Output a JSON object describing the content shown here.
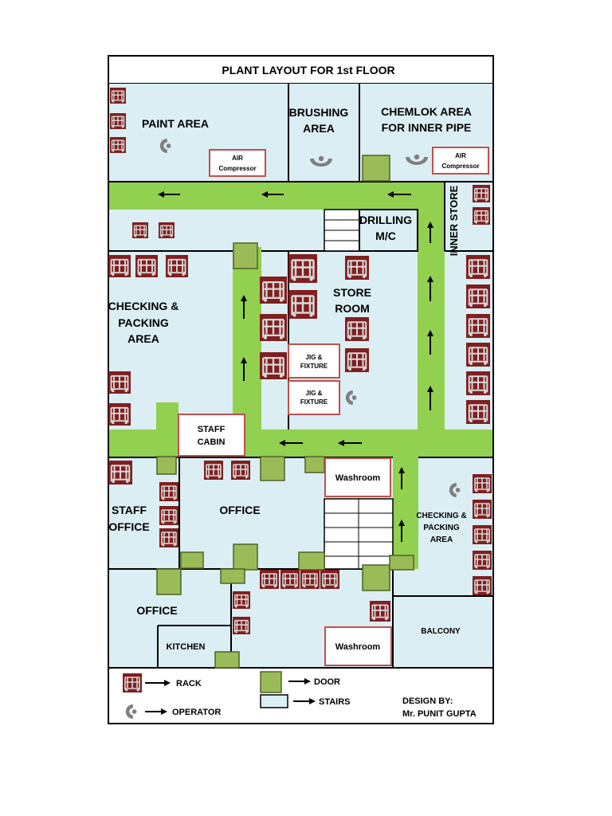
{
  "title": "PLANT LAYOUT FOR 1st FLOOR",
  "rooms": {
    "paint": "PAINT AREA",
    "brushing": [
      "BRUSHING",
      "AREA"
    ],
    "chemlok": [
      "CHEMLOK AREA",
      "FOR INNER PIPE"
    ],
    "inner_store": "INNER STORE",
    "drilling": [
      "DRILLING",
      "M/C"
    ],
    "checking_left": [
      "CHECKING &",
      "PACKING",
      "AREA"
    ],
    "store": [
      "STORE",
      "ROOM"
    ],
    "staff_cabin": [
      "STAFF",
      "CABIN"
    ],
    "staff_office": [
      "STAFF",
      "OFFICE"
    ],
    "office_main": "OFFICE",
    "washroom_upper": "Washroom",
    "checking_right": [
      "CHECKING &",
      "PACKING",
      "AREA"
    ],
    "office_lower": "OFFICE",
    "kitchen": "KITCHEN",
    "washroom_lower": "Washroom",
    "balcony": "BALCONY"
  },
  "equipment": {
    "air_compressor": [
      "AIR",
      "Compressor"
    ],
    "jig_fixture": [
      "JIG &",
      "FIXTURE"
    ]
  },
  "legend": {
    "rack": "RACK",
    "operator": "OPERATOR",
    "door": "DOOR",
    "stairs": "STAIRS",
    "design_by": "DESIGN BY:",
    "designer": "Mr. PUNIT GUPTA"
  },
  "colors": {
    "room_fill": "#dbeef3",
    "corridor": "#92d050",
    "door": "#9bbb59",
    "rack": "#7f1f1f",
    "label_border": "#c0504d",
    "wall": "#000000"
  }
}
